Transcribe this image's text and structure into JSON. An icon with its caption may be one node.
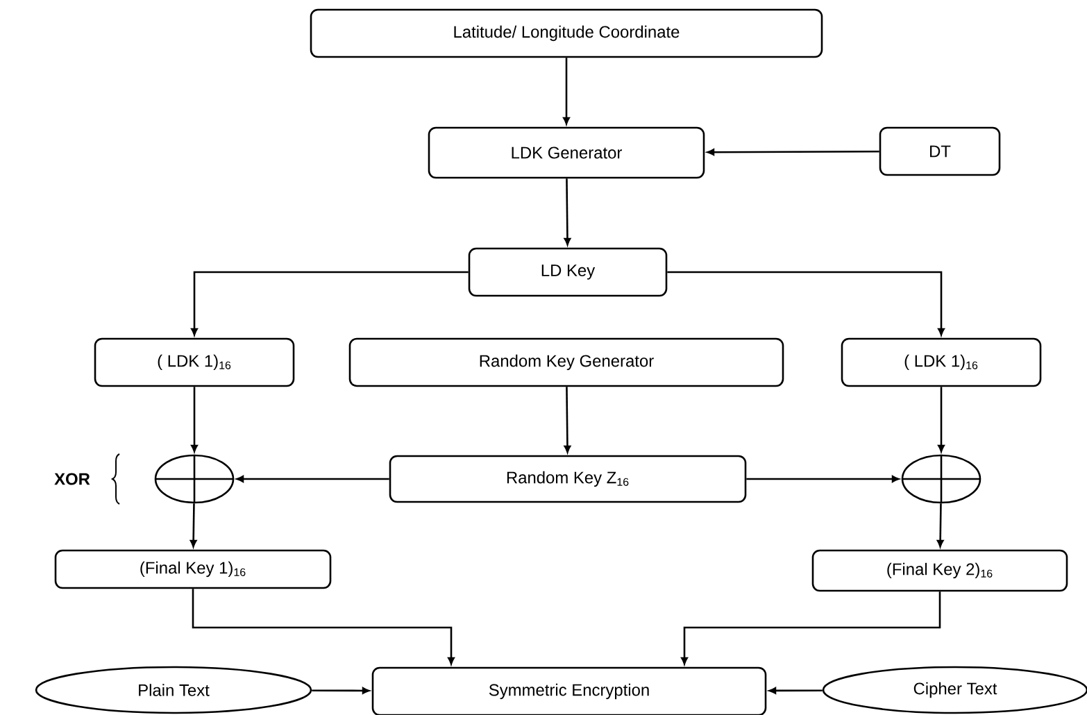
{
  "diagram": {
    "nodes": [
      {
        "text": [
          "Latitude/ Longitude Coordinate"
        ]
      },
      {
        "text": [
          "LDK Generator"
        ]
      },
      {
        "text": [
          "DT"
        ]
      },
      {
        "text": [
          "LD Key"
        ]
      },
      {
        "text": [
          "( LDK 1)$_{16}$"
        ]
      },
      {
        "text": [
          "Random Key Generator"
        ]
      },
      {
        "text": [
          "( LDK 1)$_{16}$"
        ]
      },
      {
        "text": [],
        "shape": "circle"
      },
      {
        "text": [
          "Random Key Z$_{16}$"
        ]
      },
      {
        "text": [],
        "shape": "circle"
      },
      {
        "text": [
          "(Final Key 1)$_{16}$"
        ]
      },
      {
        "text": [
          "(Final Key 2)$_{16}$"
        ]
      },
      {
        "text": [
          "Plain Text"
        ]
      },
      {
        "text": [
          "Symmetric Encryption"
        ]
      },
      {
        "text": [
          "Cipher Text"
        ]
      }
    ],
    "edges": [
      {
        "from": 0,
        "to": 1,
        "arrow": "to"
      },
      {
        "from": 2,
        "to": 1,
        "arrow": "to"
      },
      {
        "from": 1,
        "to": 3,
        "arrow": "to"
      },
      {
        "from": 3,
        "to": 4,
        "arrow": "to"
      },
      {
        "from": 3,
        "to": 6,
        "arrow": "to"
      },
      {
        "from": 4,
        "to": 7,
        "arrow": "to"
      },
      {
        "from": 5,
        "to": 8,
        "arrow": "to"
      },
      {
        "from": 8,
        "to": 7,
        "arrow": "to"
      },
      {
        "from": 8,
        "to": 9,
        "arrow": "to"
      },
      {
        "from": 6,
        "to": 9,
        "arrow": "to"
      },
      {
        "from": 7,
        "to": 10,
        "arrow": "to"
      },
      {
        "from": 9,
        "to": 11,
        "arrow": "to"
      },
      {
        "from": 10,
        "to": 13,
        "arrow": "to"
      },
      {
        "from": 11,
        "to": 13,
        "arrow": "to"
      },
      {
        "from": 12,
        "to": 13,
        "arrow": "to"
      },
      {
        "from": 14,
        "to": 13,
        "arrow": "to"
      }
    ],
    "labels": [
      "XOR"
    ]
  }
}
